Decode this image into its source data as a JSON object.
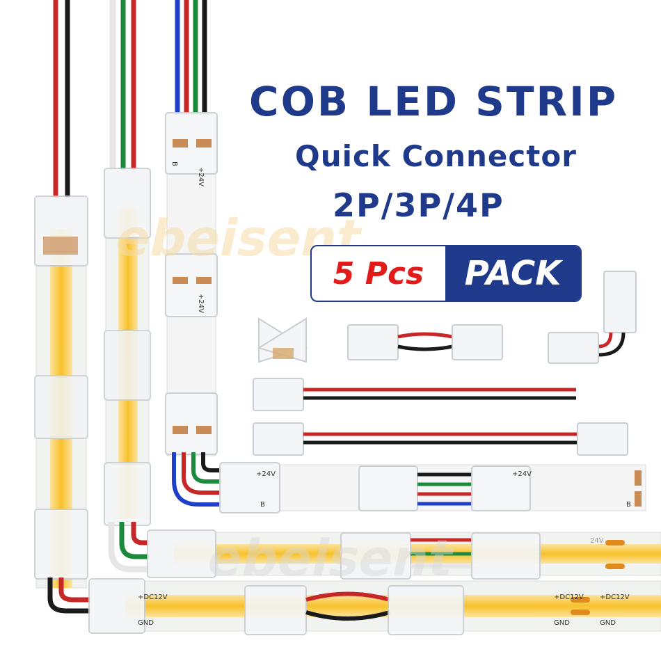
{
  "headline": {
    "line1": "COB LED STRIP",
    "line2": "Quick Connector",
    "line3": "2P/3P/4P"
  },
  "badge": {
    "count": "5 Pcs",
    "pack": "PACK"
  },
  "watermark": "ebeisent",
  "strip_labels": {
    "plus24": "+24V",
    "b": "B",
    "dc12": "+DC12V",
    "gnd": "GND",
    "v24": "24V"
  },
  "colors": {
    "title_blue": "#1f3a8a",
    "badge_red": "#e11a1a",
    "led_yellow": "#f8c32c",
    "wire_red": "#c62828",
    "wire_black": "#1a1a1a",
    "wire_green": "#1b8a3c",
    "wire_blue": "#1e40c8",
    "wire_white": "#e6e6e6",
    "strip_white": "#f1f3f1"
  }
}
